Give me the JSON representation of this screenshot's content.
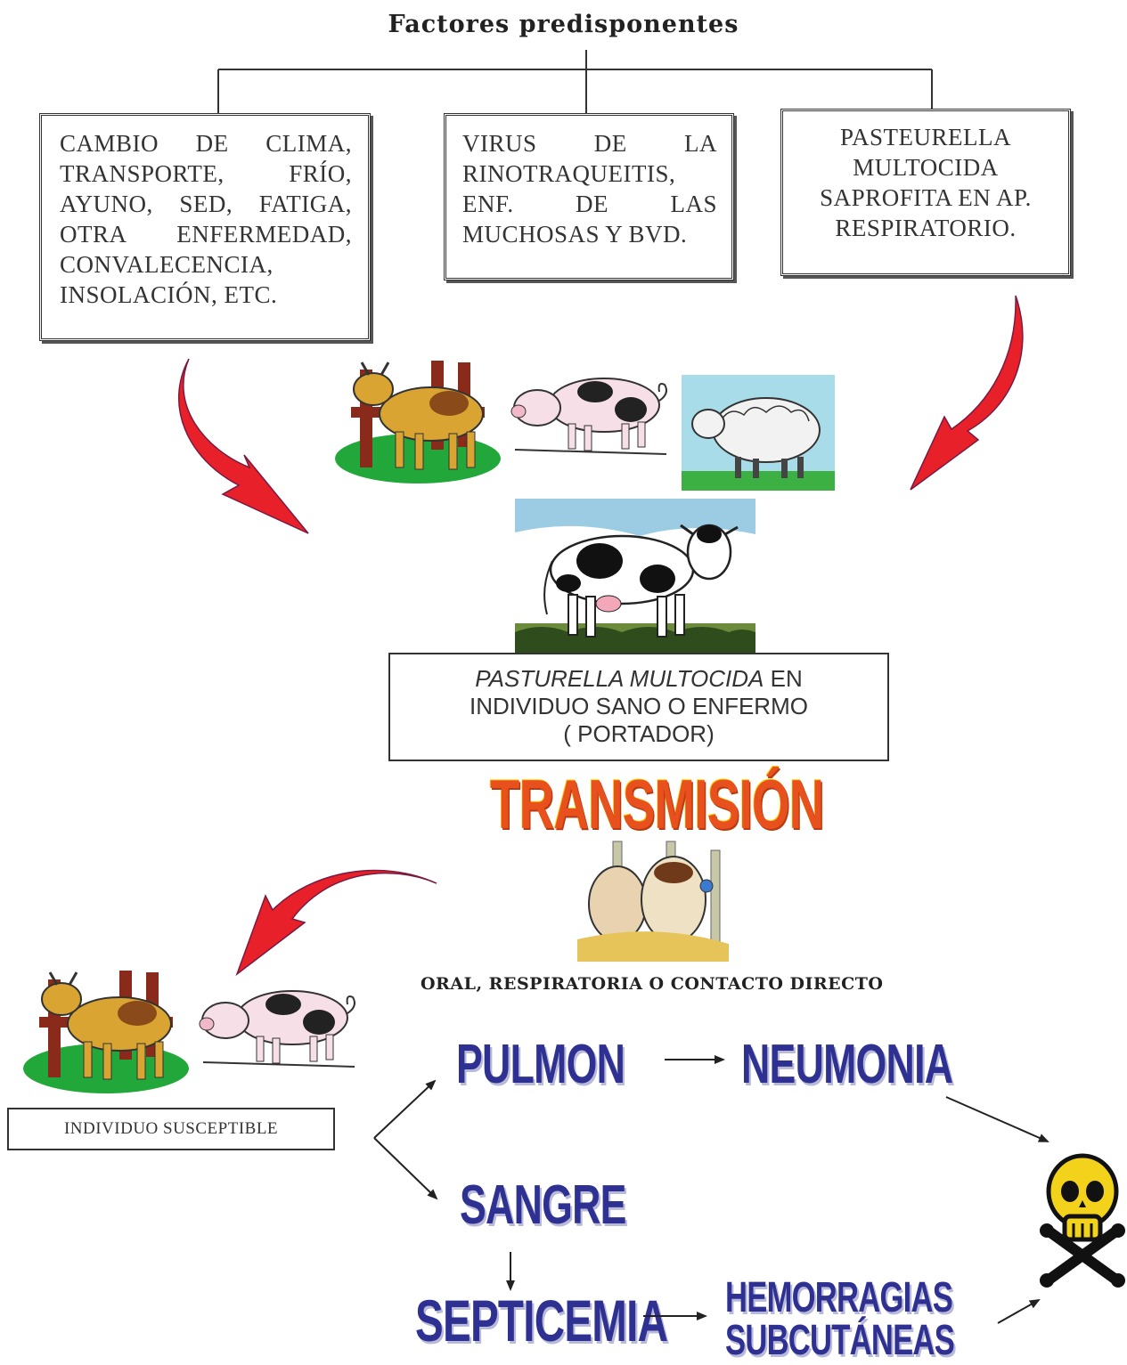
{
  "title": "Factores predisponentes",
  "boxes": {
    "factors_left": "CAMBIO DE CLIMA, TRANSPORTE, FRÍO, AYUNO, SED, FATIGA, OTRA ENFERMEDAD, CONVALECENCIA, INSOLACIÓN, ETC.",
    "factors_mid": "VIRUS DE LA RINOTRAQUEITIS, ENF. DE LAS MUCHOSAS Y BVD.",
    "factors_right": "PASTEURELLA MULTOCIDA SAPROFITA EN AP. RESPIRATORIO.",
    "carrier_italic": "PASTURELLA MULTOCIDA",
    "carrier_rest_1": " EN",
    "carrier_line2": "INDIVIDUO SANO O ENFERMO",
    "carrier_line3": "( PORTADOR)",
    "susceptible": "INDIVIDUO SUSCEPTIBLE"
  },
  "transmission": {
    "heading": "TRANSMISIÓN",
    "routes": "ORAL, RESPIRATORIA O CONTACTO DIRECTO"
  },
  "outcomes": {
    "pulmon": "PULMON",
    "neumonia": "NEUMONIA",
    "sangre": "SANGRE",
    "septicemia": "SEPTICEMIA",
    "hemorragias_1": "HEMORRAGIAS",
    "hemorragias_2": "SUBCUTÁNEAS"
  },
  "icons": [
    "cow-fence-icon",
    "pig-icon",
    "sheep-icon",
    "holstein-cow-icon",
    "cows-at-feeder-icon",
    "skull-crossbones-icon",
    "red-curved-arrow-icon"
  ],
  "colors": {
    "arrow_red": "#e8202a",
    "outcome_blue": "#2e3192",
    "transmision_orange": "#e8501e",
    "skull_yellow": "#f2d21b"
  }
}
